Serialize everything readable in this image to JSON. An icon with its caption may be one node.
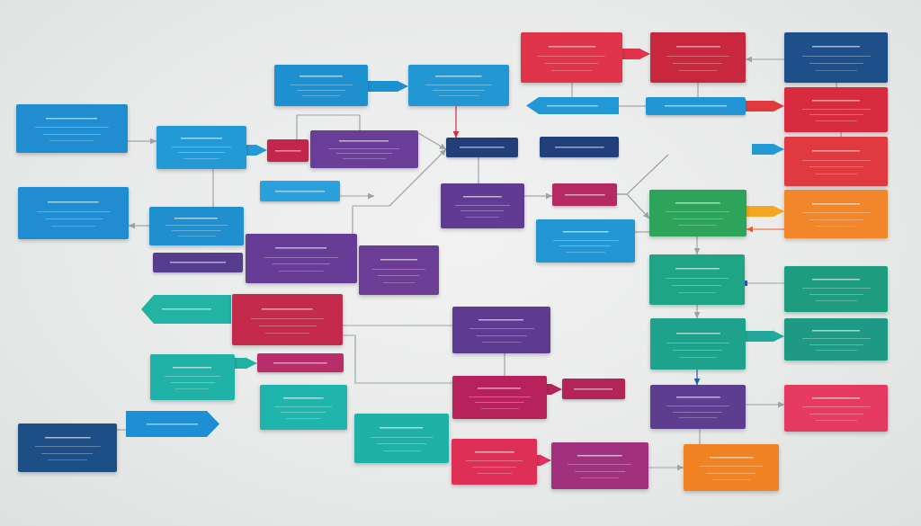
{
  "diagram": {
    "nodes": [
      {
        "text": [],
        "shape": "box"
      },
      {
        "text": [],
        "shape": "box"
      },
      {
        "text": [],
        "shape": "pentagon"
      },
      {
        "text": [],
        "shape": "box"
      },
      {
        "text": [],
        "shape": "box"
      },
      {
        "text": [],
        "shape": "pentagon"
      },
      {
        "text": [],
        "shape": "box"
      },
      {
        "text": [],
        "shape": "box"
      },
      {
        "text": [],
        "shape": "bar"
      },
      {
        "text": [],
        "shape": "box"
      },
      {
        "text": [],
        "shape": "bar"
      },
      {
        "text": [],
        "shape": "box"
      },
      {
        "text": [],
        "shape": "bar"
      },
      {
        "text": [],
        "shape": "box"
      },
      {
        "text": [],
        "shape": "box"
      },
      {
        "text": [],
        "shape": "box"
      },
      {
        "text": [],
        "shape": "bar"
      },
      {
        "text": [],
        "shape": "box"
      },
      {
        "text": [],
        "shape": "box"
      },
      {
        "text": [],
        "shape": "bar"
      },
      {
        "text": [],
        "shape": "box"
      },
      {
        "text": [],
        "shape": "box"
      },
      {
        "text": [],
        "shape": "box"
      },
      {
        "text": [],
        "shape": "bar"
      },
      {
        "text": [],
        "shape": "box"
      },
      {
        "text": [],
        "shape": "box"
      },
      {
        "text": [],
        "shape": "box"
      },
      {
        "text": [],
        "shape": "box"
      },
      {
        "text": [],
        "shape": "box"
      },
      {
        "text": [],
        "shape": "pentagon"
      },
      {
        "text": [],
        "shape": "bar"
      },
      {
        "text": [],
        "shape": "bar"
      },
      {
        "text": [],
        "shape": "bar"
      },
      {
        "text": [],
        "shape": "box"
      },
      {
        "text": [],
        "shape": "box"
      },
      {
        "text": [],
        "shape": "box"
      },
      {
        "text": [],
        "shape": "box"
      },
      {
        "text": [],
        "shape": "box"
      },
      {
        "text": [],
        "shape": "box"
      },
      {
        "text": [],
        "shape": "box"
      },
      {
        "text": [],
        "shape": "box"
      },
      {
        "text": [],
        "shape": "box"
      },
      {
        "text": [],
        "shape": "box"
      },
      {
        "text": [],
        "shape": "box"
      },
      {
        "text": [],
        "shape": "box"
      },
      {
        "text": [],
        "shape": "box"
      }
    ],
    "edges": [
      {
        "from": 0,
        "to": 6,
        "arrow": "to"
      },
      {
        "from": 6,
        "to": 10,
        "arrow": "to",
        "style": "thick",
        "color": "#2399d5"
      },
      {
        "from": 6,
        "to": 7,
        "arrow": "none"
      },
      {
        "from": 7,
        "to": 1,
        "arrow": "to"
      },
      {
        "from": 10,
        "to": 11,
        "arrow": "none"
      },
      {
        "from": 12,
        "to": null,
        "arrow": "to"
      },
      {
        "from": 13,
        "to": 19,
        "arrow": "to"
      },
      {
        "from": 11,
        "to": 19,
        "arrow": "to"
      },
      {
        "from": 9,
        "to": 18,
        "arrow": "to",
        "style": "thick",
        "color": "#1e90d0"
      },
      {
        "from": 18,
        "to": 19,
        "arrow": "to",
        "color": "#d8294a"
      },
      {
        "from": 19,
        "to": 20,
        "arrow": "none"
      },
      {
        "from": 20,
        "to": 32,
        "arrow": "to"
      },
      {
        "from": 21,
        "to": 22,
        "arrow": "none"
      },
      {
        "from": 15,
        "to": 21,
        "arrow": "none"
      },
      {
        "from": 15,
        "to": 22,
        "arrow": "none"
      },
      {
        "from": 22,
        "to": 23,
        "arrow": "to",
        "style": "thick",
        "color": "#b8225a"
      },
      {
        "from": 25,
        "to": 26,
        "arrow": "to",
        "style": "thick",
        "color": "#e03060"
      },
      {
        "from": 26,
        "to": 38,
        "arrow": "to"
      },
      {
        "from": 27,
        "to": 29,
        "arrow": "none"
      },
      {
        "from": 29,
        "to": 30,
        "arrow": "none"
      },
      {
        "from": 28,
        "to": 30,
        "arrow": "none"
      },
      {
        "from": 27,
        "to": 28,
        "arrow": "to",
        "style": "thick",
        "color": "#e0344a"
      },
      {
        "from": 39,
        "to": 28,
        "arrow": "to"
      },
      {
        "from": 30,
        "to": 40,
        "arrow": "to",
        "style": "thick",
        "color": "#e03a3f"
      },
      {
        "from": 39,
        "to": 40,
        "arrow": "none"
      },
      {
        "from": 40,
        "to": 41,
        "arrow": "none"
      },
      {
        "from": null,
        "to": 41,
        "arrow": "to",
        "style": "thick",
        "color": "#2399d5"
      },
      {
        "from": 32,
        "to": 34,
        "arrow": "to"
      },
      {
        "from": 32,
        "to": null,
        "arrow": "none"
      },
      {
        "from": 33,
        "to": 34,
        "arrow": "none"
      },
      {
        "from": 34,
        "to": 42,
        "arrow": "to",
        "style": "thick",
        "color": "#f5a623"
      },
      {
        "from": 42,
        "to": 34,
        "arrow": "to",
        "color": "#ee5a24"
      },
      {
        "from": 34,
        "to": 35,
        "arrow": "to"
      },
      {
        "from": 35,
        "to": 43,
        "arrow": "other"
      },
      {
        "from": 35,
        "to": 36,
        "arrow": "to"
      },
      {
        "from": 36,
        "to": 44,
        "arrow": "to",
        "style": "thick",
        "color": "#22a99b"
      },
      {
        "from": 36,
        "to": 37,
        "arrow": "to",
        "color": "#1f5fb0"
      },
      {
        "from": 37,
        "to": 45,
        "arrow": "to"
      },
      {
        "from": 37,
        "to": 38,
        "arrow": "none"
      },
      {
        "from": 3,
        "to": 16,
        "arrow": "to",
        "style": "thick",
        "color": "#20b2a6"
      },
      {
        "from": 4,
        "to": 5,
        "arrow": "none"
      }
    ]
  }
}
